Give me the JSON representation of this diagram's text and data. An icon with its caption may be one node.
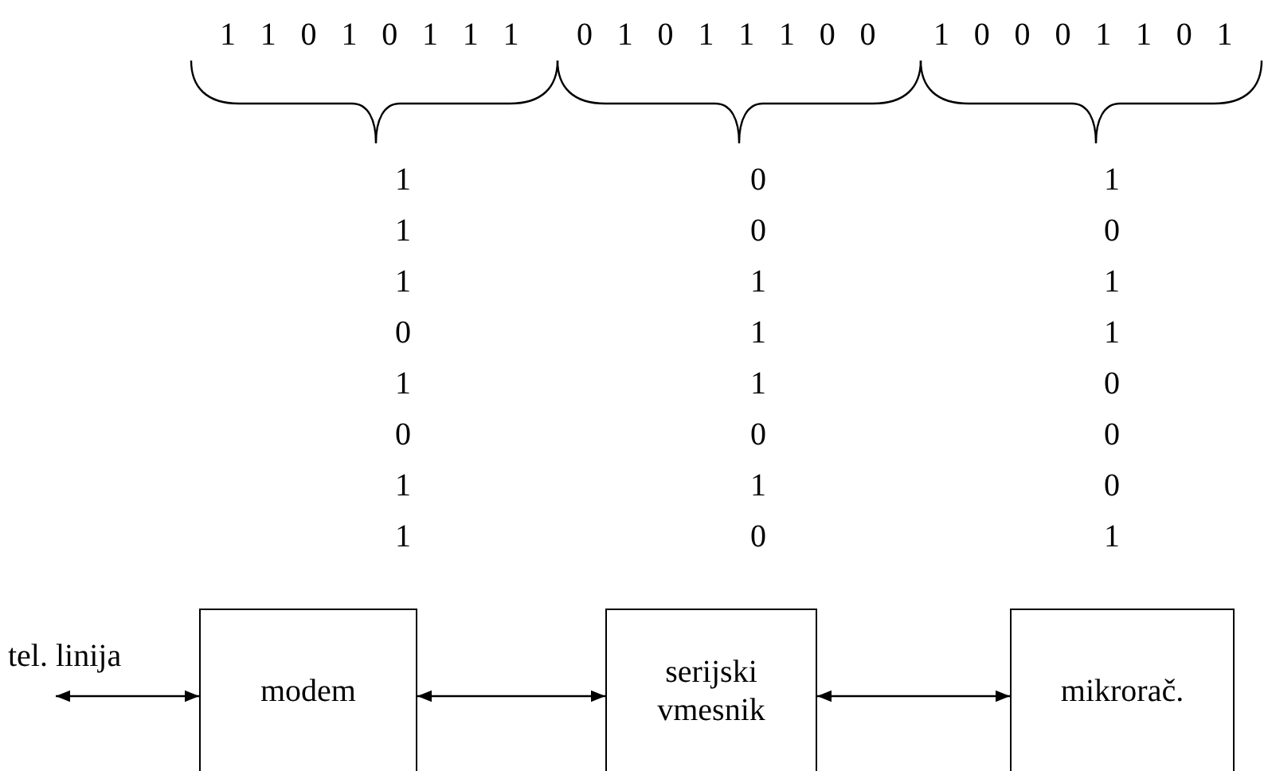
{
  "diagram": {
    "nodes": [
      {
        "text": [
          "modem"
        ]
      },
      {
        "text": [
          "serijski vmesnik"
        ]
      },
      {
        "text": [
          "mikrorač."
        ]
      }
    ],
    "edges": [
      {
        "from": null,
        "to": 0,
        "arrow": "both",
        "label": "tel. linija"
      },
      {
        "from": 0,
        "to": 1,
        "arrow": "both"
      },
      {
        "from": 1,
        "to": 2,
        "arrow": "both"
      }
    ],
    "labels": [
      "1",
      "1",
      "0",
      "1",
      "0",
      "1",
      "1",
      "1",
      "0",
      "1",
      "0",
      "1",
      "1",
      "1",
      "0",
      "0",
      "1",
      "0",
      "0",
      "0",
      "1",
      "1",
      "0",
      "1",
      "1",
      "0",
      "1",
      "1",
      "0",
      "0",
      "1",
      "1",
      "1",
      "0",
      "1",
      "1",
      "1",
      "1",
      "0",
      "0",
      "0",
      "0",
      "1",
      "1",
      "0",
      "1",
      "0",
      "1"
    ]
  }
}
